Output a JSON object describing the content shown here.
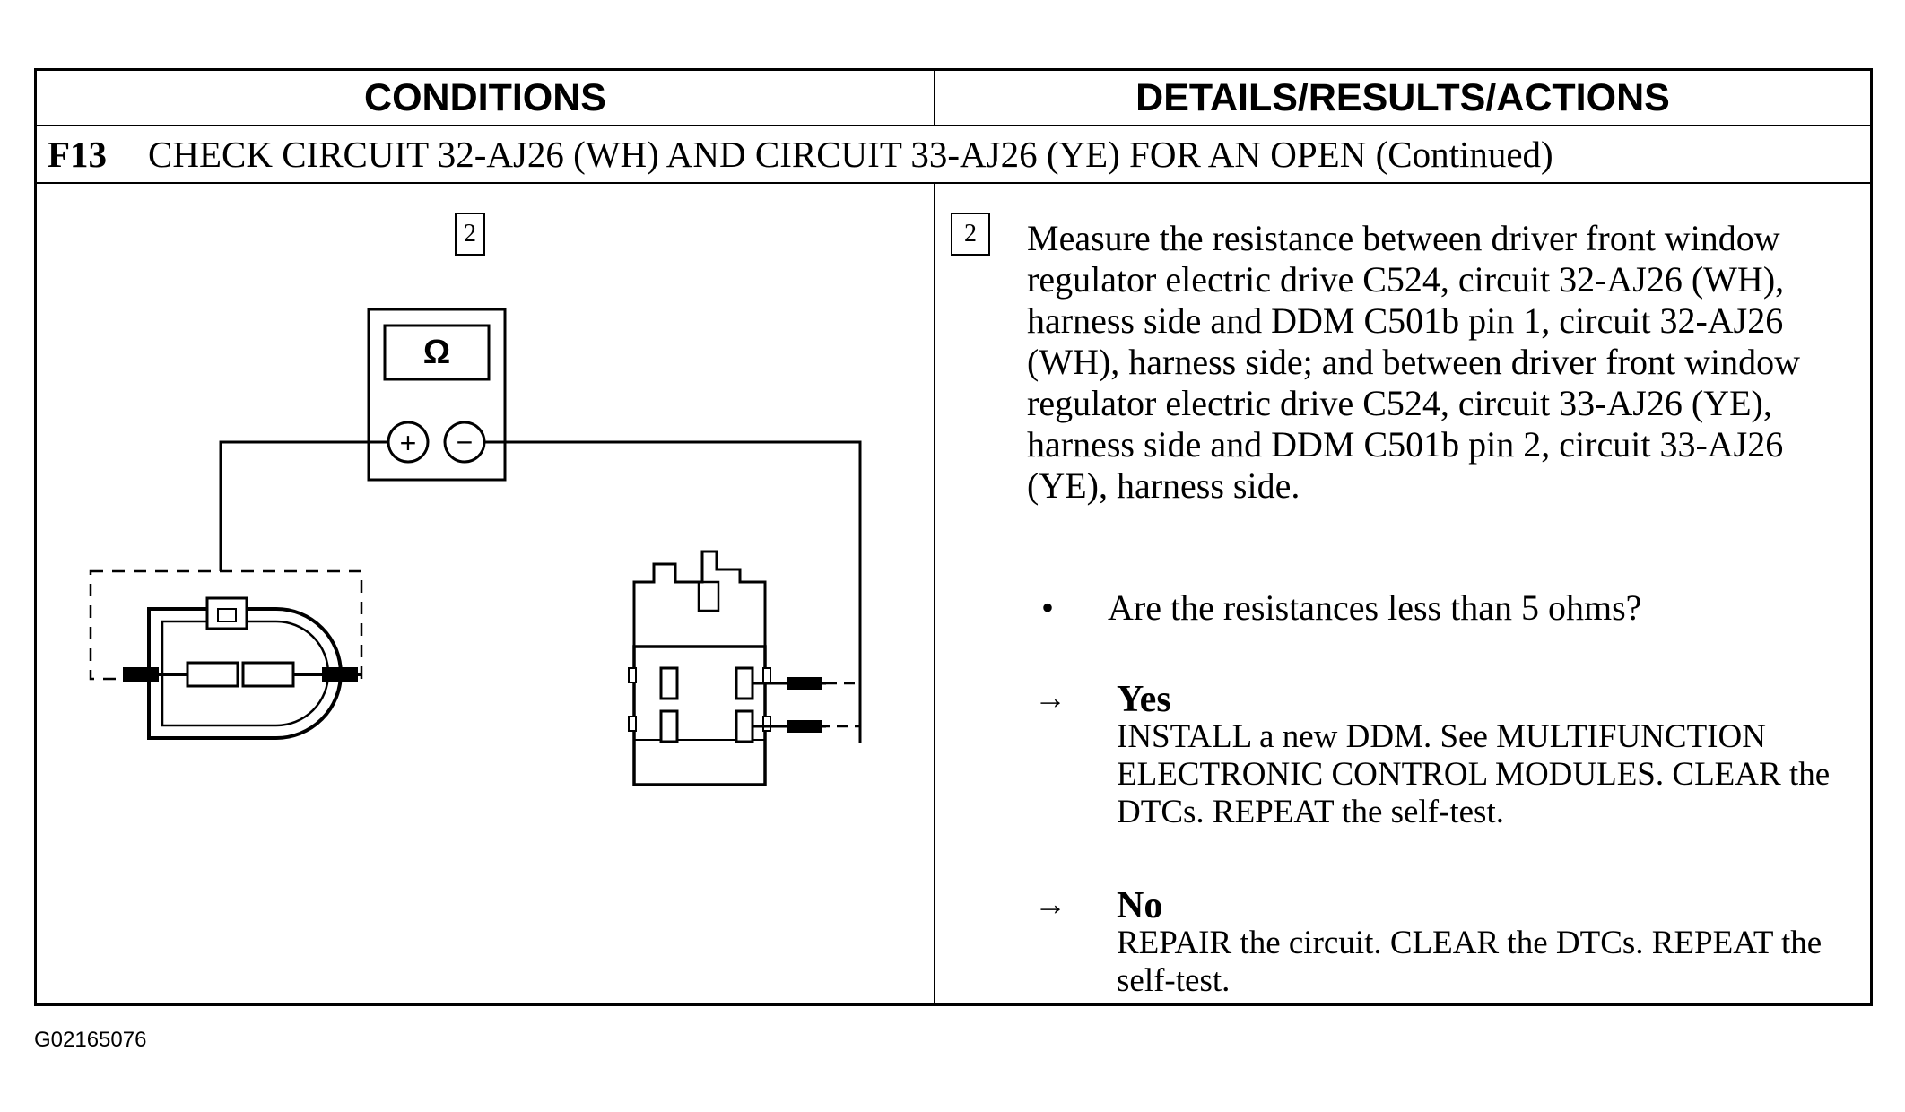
{
  "header": {
    "conditions_label": "CONDITIONS",
    "details_label": "DETAILS/RESULTS/ACTIONS"
  },
  "step": {
    "id": "F13",
    "title": "CHECK CIRCUIT 32-AJ26 (WH) AND CIRCUIT 33-AJ26 (YE) FOR AN OPEN (Continued)"
  },
  "diagram": {
    "substep_number": "2",
    "meter_symbol": "Ω",
    "positive_symbol": "+",
    "negative_symbol": "−"
  },
  "details": {
    "substep_number": "2",
    "instruction": "Measure the resistance between driver front window regulator electric drive C524, circuit 32-AJ26 (WH), harness side and DDM C501b pin 1, circuit 32-AJ26 (WH), harness side; and between driver front window regulator electric drive C524, circuit  33-AJ26 (YE), harness side and DDM C501b pin 2, circuit 33-AJ26 (YE), harness side.",
    "bullet": "•",
    "question": "Are the resistances less than 5 ohms?",
    "arrow": "→",
    "results": [
      {
        "label": "Yes",
        "action": "INSTALL a new DDM. See MULTIFUNCTION ELECTRONIC CONTROL MODULES. CLEAR the DTCs. REPEAT the self-test."
      },
      {
        "label": "No",
        "action": "REPAIR the circuit. CLEAR the DTCs. REPEAT the self-test."
      }
    ]
  },
  "figure_id": "G02165076"
}
